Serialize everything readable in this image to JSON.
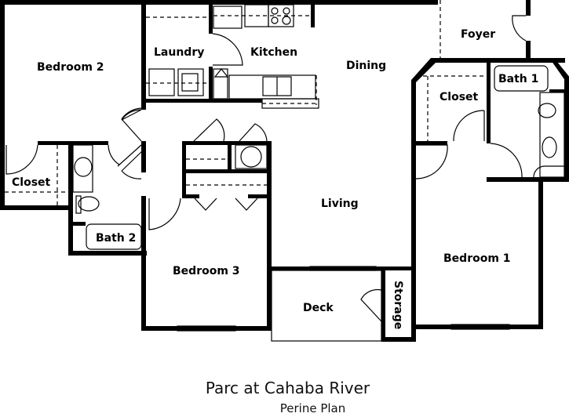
{
  "title": "Parc at Cahaba River",
  "subtitle": "Perine Plan",
  "rooms": {
    "bedroom2": "Bedroom 2",
    "laundry": "Laundry",
    "kitchen": "Kitchen",
    "dining": "Dining",
    "foyer": "Foyer",
    "closet_master": "Closet",
    "bath1": "Bath 1",
    "closet_bed2": "Closet",
    "bath2": "Bath 2",
    "living": "Living",
    "bedroom3": "Bedroom 3",
    "bedroom1": "Bedroom 1",
    "deck": "Deck",
    "storage": "Storage"
  }
}
